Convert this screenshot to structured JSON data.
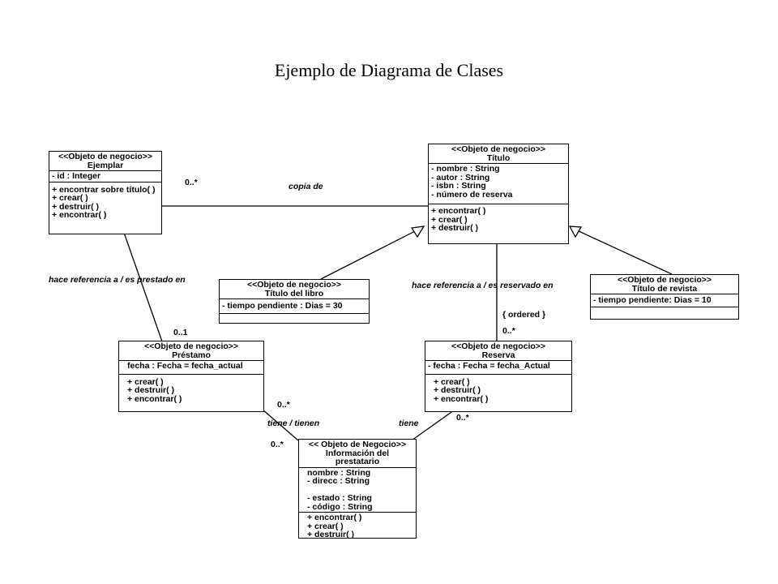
{
  "title": "Ejemplo de Diagrama de Clases",
  "classes": {
    "ejemplar": {
      "stereotype": "<<Objeto de negocio>>",
      "name": "Ejemplar",
      "attributes": [
        "- id :   Integer"
      ],
      "operations": [
        "+ encontrar sobre título( )",
        "+ crear( )",
        "+ destruir( )",
        "+ encontrar( )"
      ]
    },
    "titulo": {
      "stereotype": "<<Objeto de negocio>>",
      "name": "Título",
      "attributes": [
        "- nombre : String",
        "- autor : String",
        "- isbn : String",
        "- número de reserva"
      ],
      "operations": [
        "+ encontrar( )",
        "+ crear( )",
        "+ destruir( )"
      ]
    },
    "titulo_libro": {
      "stereotype": "<<Objeto de negocio>>",
      "name": "Título del libro",
      "attributes": [
        "- tiempo pendiente : Dias = 30"
      ]
    },
    "titulo_revista": {
      "stereotype": "<<Objeto de negocio>>",
      "name": "Título de revista",
      "attributes": [
        "- tiempo pendiente: Dias = 10"
      ]
    },
    "prestamo": {
      "stereotype": "<<Objeto de negocio>>",
      "name": "Préstamo",
      "attributes": [
        "fecha : Fecha = fecha_actual"
      ],
      "operations": [
        "+ crear( )",
        "+ destruir( )",
        "+ encontrar( )"
      ]
    },
    "reserva": {
      "stereotype": "<<Objeto de negocio>>",
      "name": "Reserva",
      "attributes": [
        "- fecha : Fecha = fecha_Actual"
      ],
      "operations": [
        "+ crear( )",
        "+ destruir( )",
        "+ encontrar( )"
      ]
    },
    "informacion": {
      "stereotype": "<< Objeto de Negocio>>",
      "name_line1": "Información del",
      "name_line2": "prestatario",
      "attributes": [
        "nombre : String",
        "- direcc : String",
        "",
        "- estado : String",
        "- código : String"
      ],
      "operations": [
        "+ encontrar( )",
        "+ crear( )",
        "+ destruir( )"
      ]
    }
  },
  "labels": {
    "copia_de": "copia de",
    "mult_ejemplar_titulo": "0..*",
    "hace_ref_prestado": "hace referencia a  / es  prestado en",
    "mult_prestamo_top": "0..1",
    "hace_ref_reservado": "hace referencia a  / es reservado en",
    "ordered": "{ ordered }",
    "mult_reserva_top": "0..*",
    "mult_prestamo_info": "0..*",
    "tiene_tienen": "tiene / tienen",
    "mult_info_left": "0..*",
    "tiene": "tiene",
    "mult_reserva_info": "0..*"
  }
}
